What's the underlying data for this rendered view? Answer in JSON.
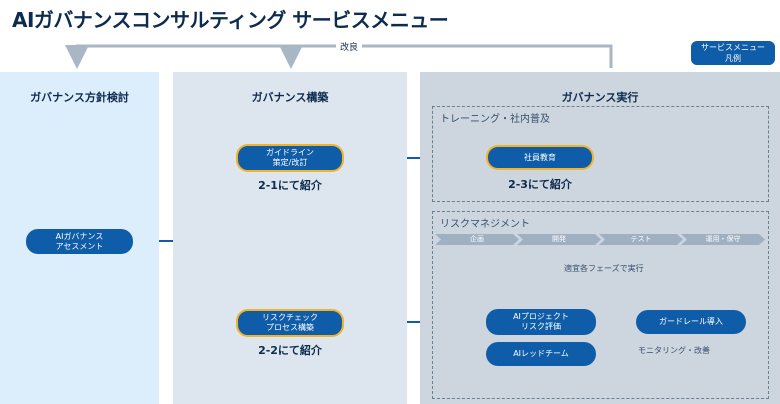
{
  "title": "AIガバナンスコンサルティング サービスメニュー",
  "legend": {
    "line1": "サービスメニュー",
    "line2": "凡例"
  },
  "feedback_label": "改良",
  "columns": {
    "policy": {
      "header": "ガバナンス方針検討"
    },
    "build": {
      "header": "ガバナンス構築"
    },
    "execute": {
      "header": "ガバナンス実行"
    }
  },
  "nodes": {
    "assessment": {
      "line1": "AIガバナンス",
      "line2": "アセスメント"
    },
    "guideline": {
      "line1": "ガイドライン",
      "line2": "策定/改訂",
      "note": "2-1にて紹介"
    },
    "risk_check": {
      "line1": "リスクチェック",
      "line2": "プロセス構築",
      "note": "2-2にて紹介"
    },
    "education": {
      "label": "社員教育",
      "note": "2-3にて紹介"
    },
    "project_eval": {
      "line1": "AIプロジェクト",
      "line2": "リスク評価"
    },
    "red_team": {
      "label": "AIレッドチーム"
    },
    "guardrail": {
      "label": "ガードレール導入"
    }
  },
  "sections": {
    "training": {
      "header": "トレーニング・社内普及"
    },
    "risk_mgmt": {
      "header": "リスクマネジメント",
      "phases": [
        "企画",
        "開発",
        "テスト",
        "運用・保守"
      ],
      "apply_label": "適宜各フェーズで実行",
      "monitor_label": "モニタリング・改善"
    }
  },
  "colors": {
    "accent": "#0f5ca8",
    "highlight": "#f0b42a",
    "line": "#a9b6c3"
  }
}
